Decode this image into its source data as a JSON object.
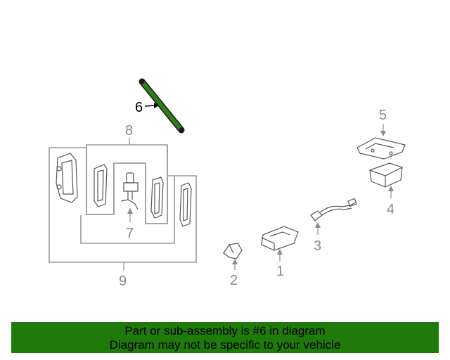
{
  "callouts": {
    "c1": "1",
    "c2": "2",
    "c3": "3",
    "c4": "4",
    "c5": "5",
    "c6": "6",
    "c7": "7",
    "c8": "8",
    "c9": "9"
  },
  "highlight_part": "6",
  "highlight_color": "#2e7d16",
  "banner": {
    "line1": "Part or sub-assembly is #6 in diagram",
    "line2": "Diagram may not be specific to your vehicle",
    "color": "#1f7a0a"
  }
}
